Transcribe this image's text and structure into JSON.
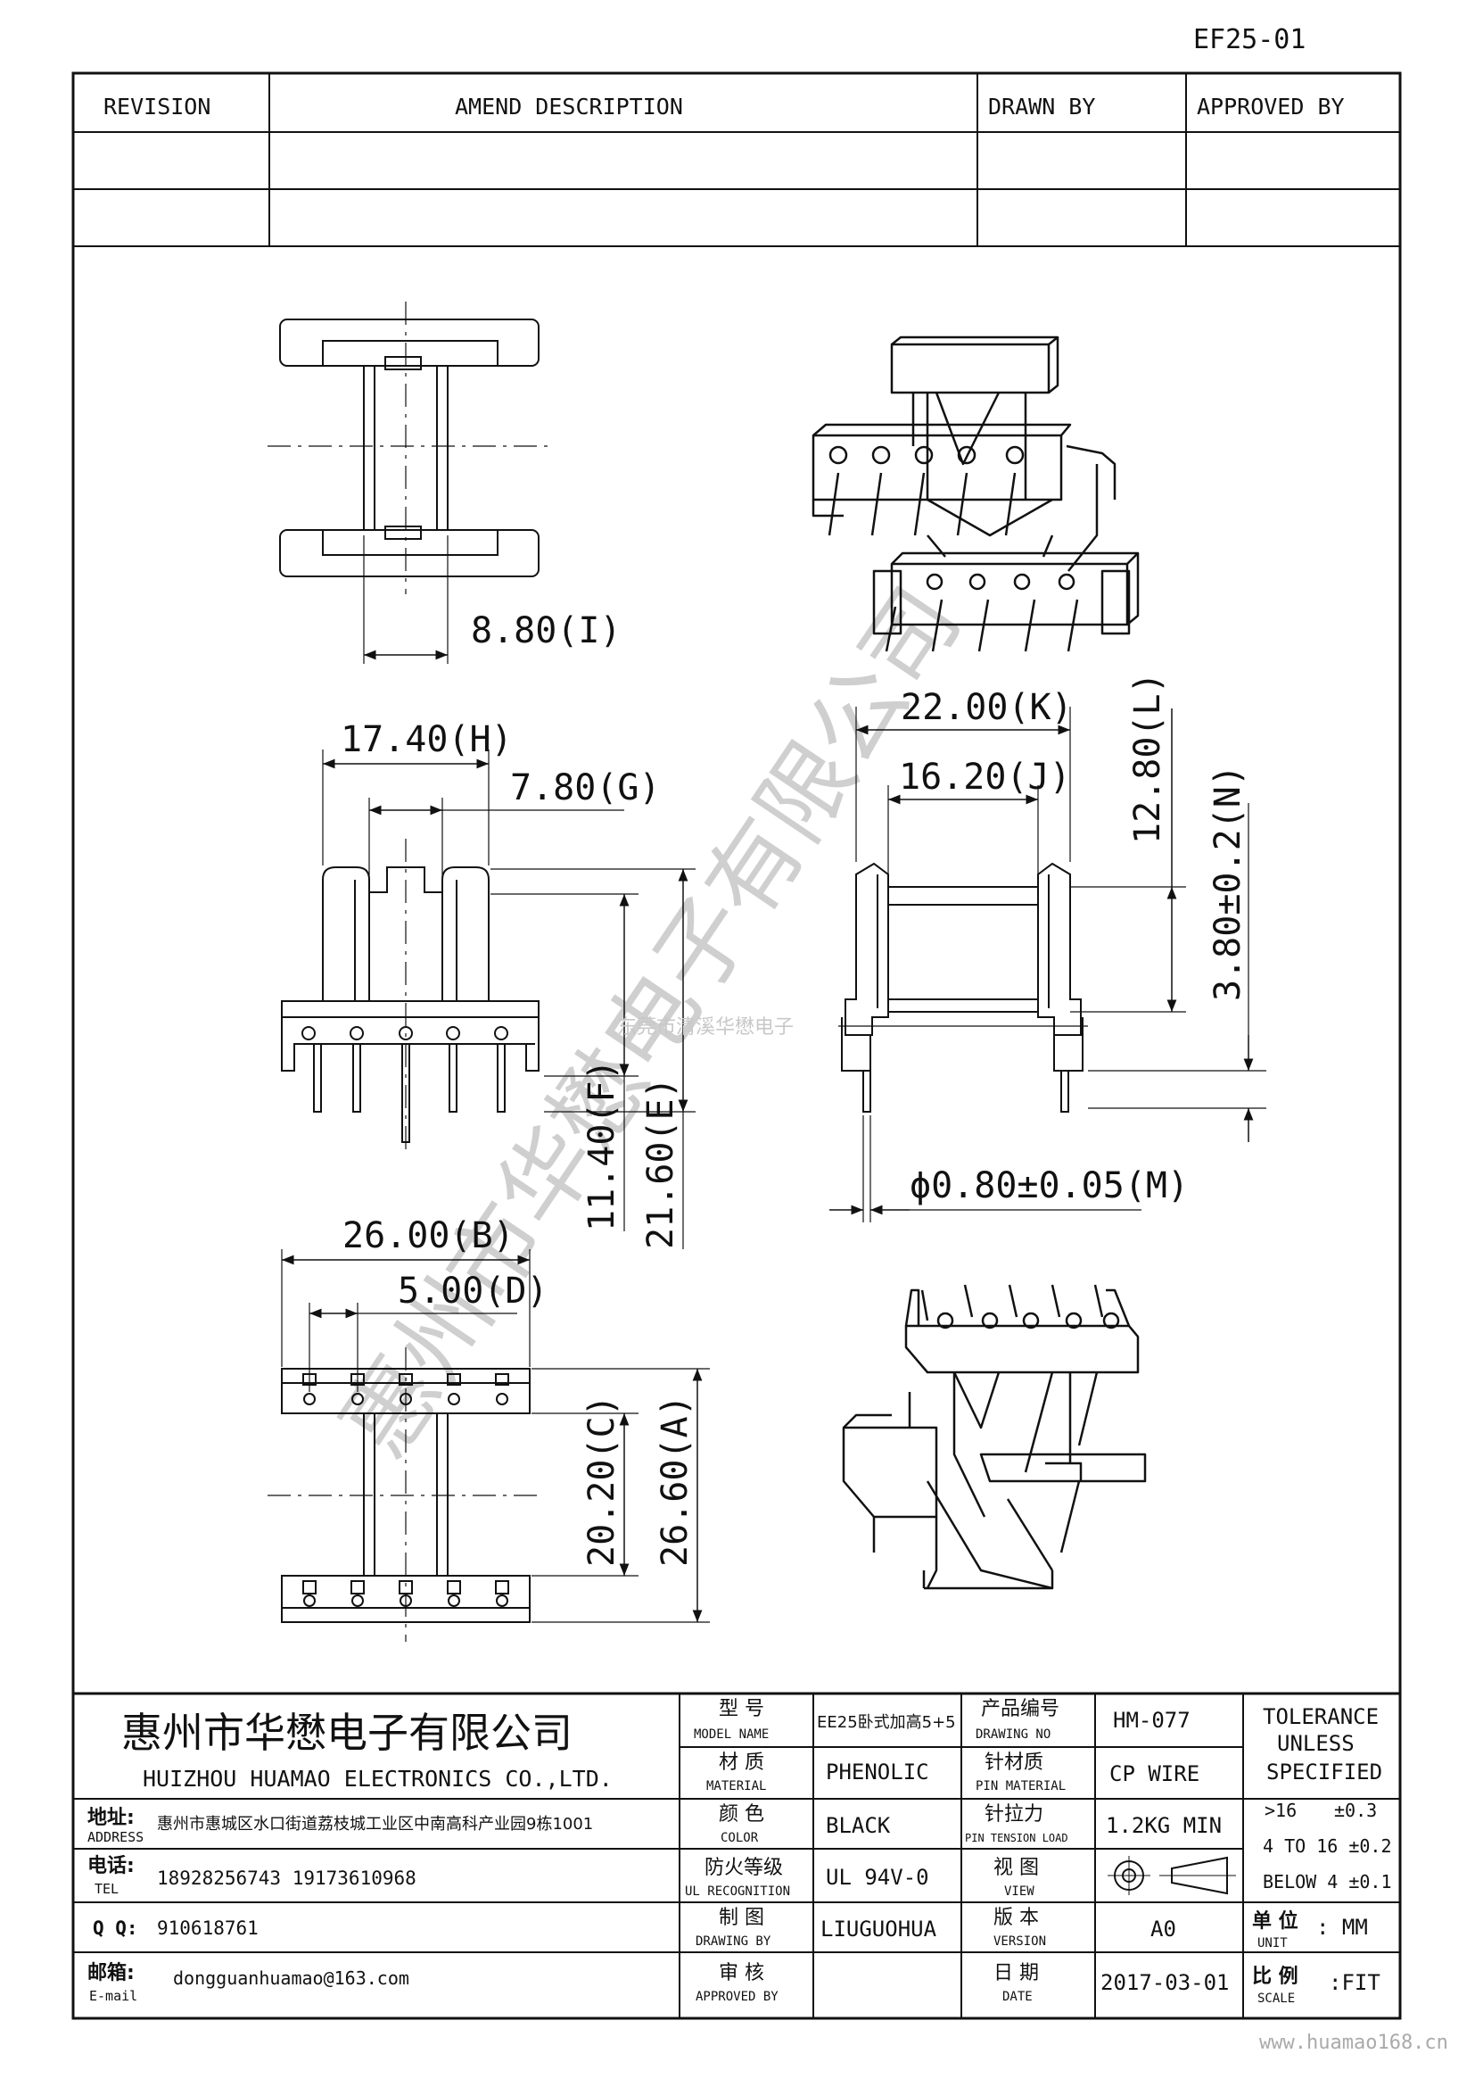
{
  "drawing_number": "EF25-01",
  "revision_table": {
    "headers": {
      "revision": "REVISION",
      "amend": "AMEND DESCRIPTION",
      "drawn_by": "DRAWN BY",
      "approved_by": "APPROVED BY"
    }
  },
  "dimensions": {
    "I": "8.80(I)",
    "H": "17.40(H)",
    "G": "7.80(G)",
    "K": "22.00(K)",
    "J": "16.20(J)",
    "L": "12.80(L)",
    "N": "3.80±0.2(N)",
    "M": "ϕ0.80±0.05(M)",
    "F": "11.40(F)",
    "E": "21.60(E)",
    "B": "26.00(B)",
    "D": "5.00(D)",
    "C": "20.20(C)",
    "A": "26.60(A)"
  },
  "watermark": {
    "diagonal": "惠州市华懋电子有限公司",
    "small": "东莞市清溪华懋电子"
  },
  "title_block": {
    "company_cn": "惠州市华懋电子有限公司",
    "company_en": "HUIZHOU HUAMAO ELECTRONICS CO.,LTD.",
    "address_label_cn": "地址:",
    "address_label_en": "ADDRESS",
    "address": "惠州市惠城区水口街道荔枝城工业区中南高科产业园9栋1001",
    "tel_label_cn": "电话:",
    "tel_label_en": "TEL",
    "tel": "18928256743  19173610968",
    "qq_label": "Q Q:",
    "qq": "910618761",
    "email_label_cn": "邮箱:",
    "email_label_en": "E-mail",
    "email": "dongguanhuamao@163.com",
    "model_label_cn": "型 号",
    "model_label_en": "MODEL  NAME",
    "model": "EE25卧式加高5+5",
    "material_label_cn": "材 质",
    "material_label_en": "MATERIAL",
    "material": "PHENOLIC",
    "color_label_cn": "颜 色",
    "color_label_en": "COLOR",
    "color": "BLACK",
    "ul_label_cn": "防火等级",
    "ul_label_en": "UL RECOGNITION",
    "ul": "UL 94V-0",
    "drawing_label_cn": "制 图",
    "drawing_label_en": "DRAWING  BY",
    "drawing_by": "LIUGUOHUA",
    "approved_label_cn": "审 核",
    "approved_label_en": "APPROVED BY",
    "product_no_label_cn": "产品编号",
    "product_no_label_en": "DRAWING  NO",
    "product_no": "HM-077",
    "pin_material_label_cn": "针材质",
    "pin_material_label_en": "PIN MATERIAL",
    "pin_material": "CP WIRE",
    "pin_tension_label_cn": "针拉力",
    "pin_tension_label_en": "PIN TENSION LOAD",
    "pin_tension": "1.2KG MIN",
    "view_label_cn": "视 图",
    "view_label_en": "VIEW",
    "version_label_cn": "版 本",
    "version_label_en": "VERSION",
    "version": "A0",
    "date_label_cn": "日 期",
    "date_label_en": "DATE",
    "date": "2017-03-01",
    "tolerance_title_1": "TOLERANCE",
    "tolerance_title_2": "UNLESS",
    "tolerance_title_3": "SPECIFIED",
    "tol_1_range": ">16",
    "tol_1_value": "±0.3",
    "tol_2": "4 TO 16 ±0.2",
    "tol_3": "BELOW 4 ±0.1",
    "unit_label_cn": "单 位",
    "unit_label_en": "UNIT",
    "unit": ": MM",
    "scale_label_cn": "比 例",
    "scale_label_en": "SCALE",
    "scale": ":FIT"
  },
  "footer_url": "www.huamao168.cn"
}
